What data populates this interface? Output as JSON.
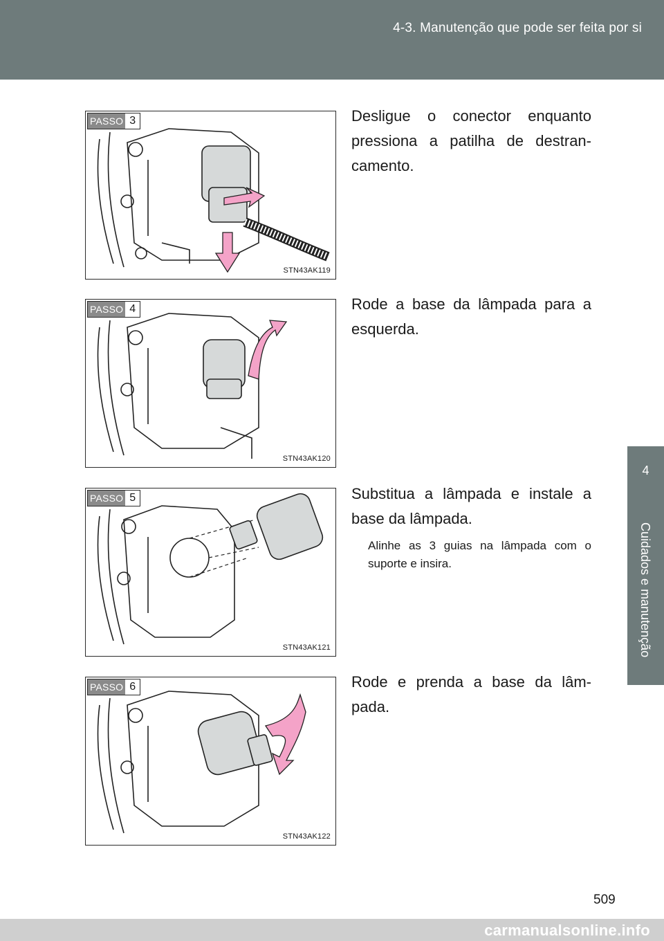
{
  "header": {
    "title": "4-3. Manutenção que pode ser feita por si"
  },
  "side_tab": {
    "chapter": "4",
    "label": "Cuidados e manutenção"
  },
  "steps": [
    {
      "badge": "PASSO",
      "number": "3",
      "code": "STN43AK119",
      "text": "Desligue o conector enquanto pressiona a patilha de destran-camento."
    },
    {
      "badge": "PASSO",
      "number": "4",
      "code": "STN43AK120",
      "text": "Rode a base da lâmpada para a esquerda."
    },
    {
      "badge": "PASSO",
      "number": "5",
      "code": "STN43AK121",
      "text": "Substitua a lâmpada e instale a base da lâmpada.",
      "note": "Alinhe as 3 guias na lâmpada com o suporte e insira."
    },
    {
      "badge": "PASSO",
      "number": "6",
      "code": "STN43AK122",
      "text": "Rode e prenda a base da lâm-pada."
    }
  ],
  "page_number": "509",
  "footer": {
    "watermark": "carmanualsonline.info"
  },
  "colors": {
    "header": "#6e7b7b",
    "arrow": "#f4a3c8",
    "footer": "#cfcfcf"
  }
}
